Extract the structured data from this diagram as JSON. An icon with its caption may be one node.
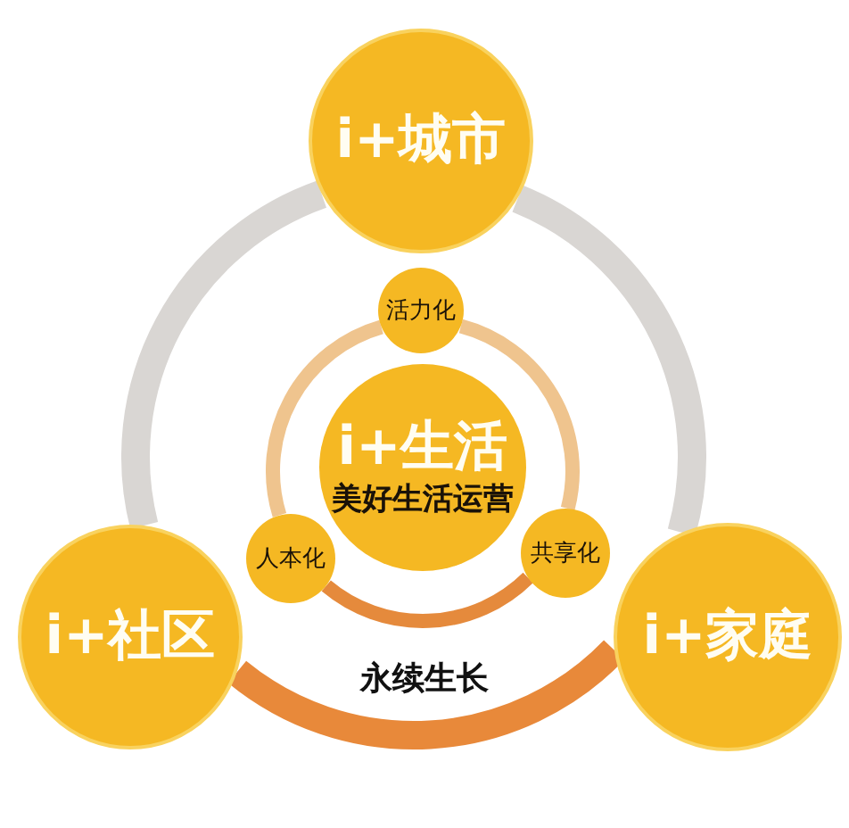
{
  "diagram": {
    "nodes": [
      {
        "text": [
          "i+城市"
        ]
      },
      {
        "text": [
          "活力化"
        ]
      },
      {
        "text": [
          "i+生活",
          "美好生活运营"
        ]
      },
      {
        "text": [
          "人本化"
        ]
      },
      {
        "text": [
          "共享化"
        ]
      },
      {
        "text": [
          "i+社区"
        ]
      },
      {
        "text": [
          "i+家庭"
        ]
      }
    ],
    "edges": [
      {
        "from": 0,
        "to": 6,
        "arrow": "none",
        "style": "thick",
        "color": "#d9d6d3"
      },
      {
        "from": 6,
        "to": 5,
        "arrow": "none",
        "style": "thick",
        "color": "#e8893a"
      },
      {
        "from": 5,
        "to": 0,
        "arrow": "none",
        "style": "thick",
        "color": "#d9d6d3"
      },
      {
        "from": 1,
        "to": 4,
        "arrow": "none",
        "color": "#efc48e"
      },
      {
        "from": 4,
        "to": 3,
        "arrow": "none",
        "color": "#e58a3c"
      },
      {
        "from": 3,
        "to": 1,
        "arrow": "none",
        "color": "#efc48e"
      }
    ],
    "labels": [
      "永续生长"
    ]
  }
}
